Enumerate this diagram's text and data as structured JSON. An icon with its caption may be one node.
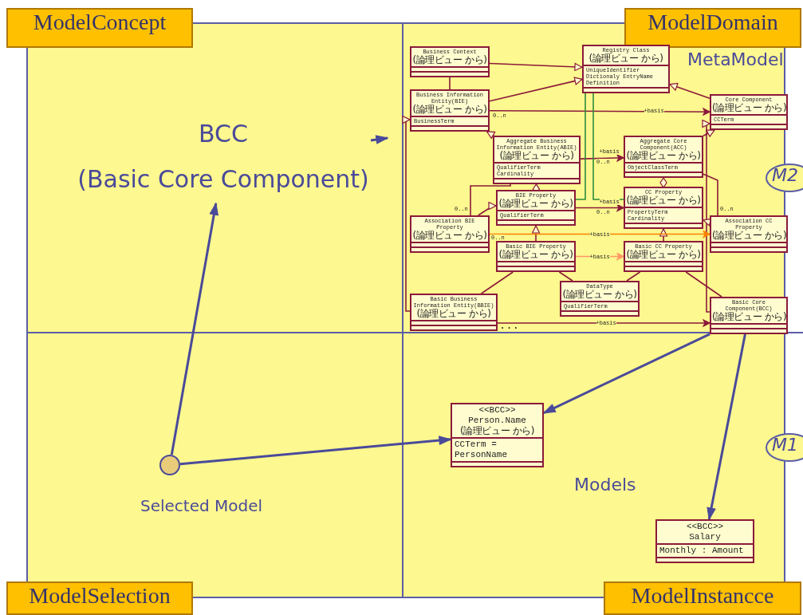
{
  "diagram": {
    "nodes": [
      {
        "text": [
          "ModelConcept"
        ]
      },
      {
        "text": [
          "ModelDomain"
        ]
      },
      {
        "text": [
          "ModelSelection"
        ]
      },
      {
        "text": [
          "ModelInstancce"
        ]
      },
      {
        "text": [
          "M2"
        ]
      },
      {
        "text": [
          "M1"
        ]
      },
      {
        "text": [
          "BCC",
          "(Basic Core Component)"
        ]
      },
      {
        "text": [],
        "shape": "circle",
        "beside": [
          "Selected Model"
        ]
      },
      {
        "text": [
          "Business Context",
          "(論理ビュー から)"
        ]
      },
      {
        "text": [
          "Registry Class",
          "(論理ビュー から)",
          "UniqueIdentifier",
          "Dictionaly EntryName",
          "Definition"
        ]
      },
      {
        "text": [
          "Business Information Entity(BIE)",
          "(論理ビュー から)",
          "BusinessTerm"
        ]
      },
      {
        "text": [
          "Core Component",
          "(論理ビュー から)",
          "CCTerm"
        ]
      },
      {
        "text": [
          "Aggregate Business Information Entity(ABIE)",
          "(論理ビュー から)",
          "QualifierTerm",
          "Cardinality"
        ]
      },
      {
        "text": [
          "Aggregate Core Component(ACC)",
          "(論理ビュー から)",
          "ObjectClassTerm"
        ]
      },
      {
        "text": [
          "BIE Property",
          "(論理ビュー から)",
          "QualifierTerm"
        ]
      },
      {
        "text": [
          "CC Property",
          "(論理ビュー から)",
          "PropertyTerm",
          "Cardinality"
        ]
      },
      {
        "text": [
          "Association BIE Property",
          "(論理ビュー から)"
        ]
      },
      {
        "text": [
          "Association CC Property",
          "(論理ビュー から)"
        ]
      },
      {
        "text": [
          "Basic BIE Property",
          "(論理ビュー から)"
        ]
      },
      {
        "text": [
          "Basic CC Property",
          "(論理ビュー から)"
        ]
      },
      {
        "text": [
          "DataType",
          "(論理ビュー から)",
          "QualifierTerm"
        ]
      },
      {
        "text": [
          "Basic Business Information Entity(BBIE)",
          "(論理ビュー から)"
        ]
      },
      {
        "text": [
          "Basic Core Component(BCC)",
          "(論理ビュー から)"
        ]
      },
      {
        "text": [
          "<<BCC>>",
          "Person.Name",
          "(論理ビュー から)",
          "CCTerm = PersonName"
        ]
      },
      {
        "text": [
          "<<BCC>>",
          "Salary",
          "Monthly : Amount"
        ]
      }
    ],
    "edges": [
      {
        "from": 6,
        "to": null,
        "arrow": "to",
        "color": "#4a4a9a"
      },
      {
        "from": 7,
        "to": 6,
        "arrow": "to",
        "color": "#4a4a9a"
      },
      {
        "from": 7,
        "to": 23,
        "arrow": "to",
        "color": "#4a4a9a"
      },
      {
        "from": 22,
        "to": 23,
        "arrow": "to",
        "color": "#4a4a9a"
      },
      {
        "from": 22,
        "to": 24,
        "arrow": "to",
        "color": "#4a4a9a"
      },
      {
        "from": 8,
        "to": 9,
        "arrow": "to"
      },
      {
        "from": 8,
        "to": 10,
        "arrow": "none"
      },
      {
        "from": 10,
        "to": 9,
        "arrow": "to"
      },
      {
        "from": 11,
        "to": 9,
        "arrow": "to"
      },
      {
        "from": 10,
        "to": 11,
        "arrow": "to",
        "label": "+basis"
      },
      {
        "from": 12,
        "to": 10,
        "arrow": "to"
      },
      {
        "from": 21,
        "to": 10,
        "arrow": "to"
      },
      {
        "from": 13,
        "to": 11,
        "arrow": "to"
      },
      {
        "from": 22,
        "to": 11,
        "arrow": "to"
      },
      {
        "from": 12,
        "to": 13,
        "arrow": "to",
        "label": "+basis"
      },
      {
        "from": 14,
        "to": 15,
        "arrow": "to",
        "label": "+basis"
      },
      {
        "from": 12,
        "to": 14,
        "arrow": "other"
      },
      {
        "from": 13,
        "to": 15,
        "arrow": "other"
      },
      {
        "from": 16,
        "to": 12,
        "arrow": "none"
      },
      {
        "from": 16,
        "to": 14,
        "arrow": "to"
      },
      {
        "from": 18,
        "to": 14,
        "arrow": "to"
      },
      {
        "from": 17,
        "to": 15,
        "arrow": "to"
      },
      {
        "from": 19,
        "to": 15,
        "arrow": "to"
      },
      {
        "from": 17,
        "to": 13,
        "arrow": "none"
      },
      {
        "from": 16,
        "to": 17,
        "arrow": "to",
        "label": "+basis",
        "color": "#ff8000"
      },
      {
        "from": 18,
        "to": 19,
        "arrow": "to",
        "label": "+basis",
        "color": "#ff9966"
      },
      {
        "from": 18,
        "to": 20,
        "arrow": "none"
      },
      {
        "from": 19,
        "to": 20,
        "arrow": "none"
      },
      {
        "from": 18,
        "to": 21,
        "arrow": "none"
      },
      {
        "from": 19,
        "to": 22,
        "arrow": "none"
      },
      {
        "from": 21,
        "to": 22,
        "arrow": "to",
        "label": "+basis"
      },
      {
        "from": 14,
        "to": 9,
        "arrow": "none",
        "color": "#2e8b3a"
      },
      {
        "from": 15,
        "to": 9,
        "arrow": "none",
        "color": "#2e8b3a"
      }
    ],
    "labels": [
      "MetaModel",
      "0..n",
      "0..n",
      "0..n",
      "0..n",
      "0..n",
      "0..n",
      "• • •",
      "Models"
    ]
  }
}
